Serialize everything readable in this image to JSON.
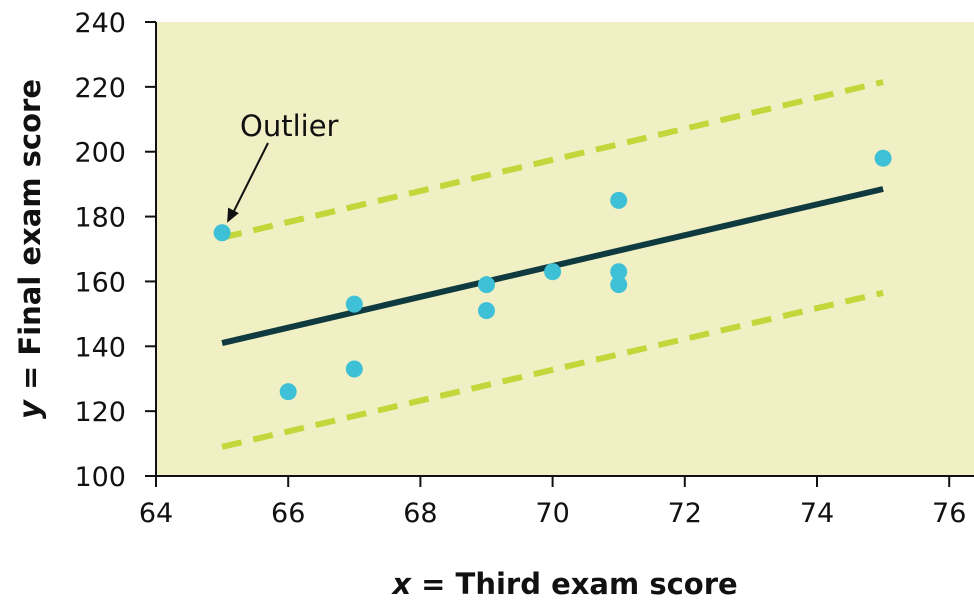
{
  "chart_data": {
    "type": "scatter",
    "xlabel_var": "x",
    "xlabel_text": " = Third exam score",
    "ylabel_var": "y",
    "ylabel_text": " = Final exam score",
    "xlim": [
      64,
      76
    ],
    "ylim": [
      100,
      240
    ],
    "x_ticks": [
      64,
      66,
      68,
      70,
      72,
      74,
      76
    ],
    "y_ticks": [
      100,
      120,
      140,
      160,
      180,
      200,
      220,
      240
    ],
    "points": [
      {
        "x": 65,
        "y": 175
      },
      {
        "x": 66,
        "y": 126
      },
      {
        "x": 67,
        "y": 133
      },
      {
        "x": 67,
        "y": 153
      },
      {
        "x": 69,
        "y": 151
      },
      {
        "x": 69,
        "y": 159
      },
      {
        "x": 70,
        "y": 163
      },
      {
        "x": 71,
        "y": 185
      },
      {
        "x": 71,
        "y": 163
      },
      {
        "x": 71,
        "y": 159
      },
      {
        "x": 75,
        "y": 198
      }
    ],
    "regression_line": {
      "x": [
        65,
        75
      ],
      "y": [
        141,
        188.5
      ]
    },
    "upper_band": {
      "x": [
        65,
        75
      ],
      "y": [
        173.5,
        221.5
      ]
    },
    "lower_band": {
      "x": [
        65,
        75
      ],
      "y": [
        109,
        156.5
      ]
    },
    "annotation": {
      "text": "Outlier",
      "x": 65,
      "y": 175
    },
    "grid": false,
    "colors": {
      "background": "#f1f0c4",
      "point": "#3ec0d6",
      "regression": "#0f3b40",
      "band": "#c3d63a",
      "axis": "#111111"
    }
  }
}
